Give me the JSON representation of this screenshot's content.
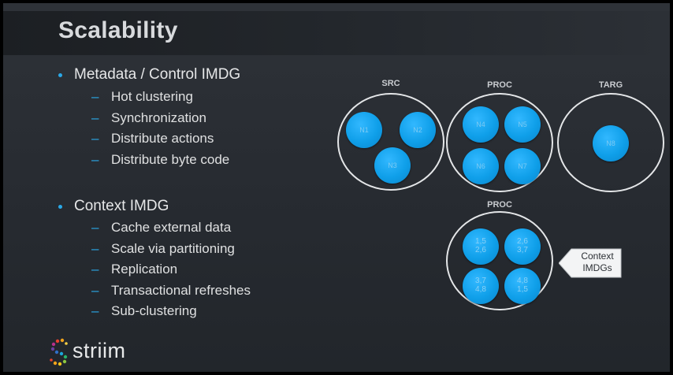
{
  "slide": {
    "title": "Scalability",
    "bullets": [
      {
        "label": "Metadata / Control IMDG",
        "subitems": [
          "Hot clustering",
          "Synchronization",
          "Distribute actions",
          "Distribute byte code"
        ]
      },
      {
        "label": "Context IMDG",
        "subitems": [
          "Cache external data",
          "Scale via partitioning",
          "Replication",
          "Transactional refreshes",
          "Sub-clustering"
        ]
      }
    ]
  },
  "diagram": {
    "groups": [
      {
        "label": "SRC",
        "nodes": [
          "N1",
          "N2",
          "N3"
        ]
      },
      {
        "label": "PROC",
        "nodes": [
          "N4",
          "N5",
          "N6",
          "N7"
        ]
      },
      {
        "label": "TARG",
        "nodes": [
          "N8"
        ]
      }
    ],
    "context_group": {
      "label": "PROC",
      "nodes": [
        {
          "line1": "1,5",
          "line2": "2,6"
        },
        {
          "line1": "2,6",
          "line2": "3,7"
        },
        {
          "line1": "3,7",
          "line2": "4,8"
        },
        {
          "line1": "4,8",
          "line2": "1,5"
        }
      ]
    },
    "callout": {
      "line1": "Context",
      "line2": "IMDGs"
    }
  },
  "logo": {
    "text": "striim"
  },
  "colors": {
    "accent": "#2aa9e8",
    "node": "#0f9fe9",
    "background": "#2b2f35",
    "text": "#e6e7e8"
  }
}
